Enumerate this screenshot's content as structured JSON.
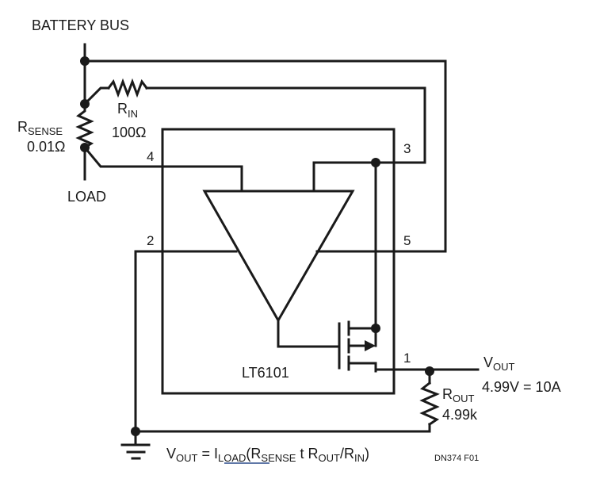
{
  "labels": {
    "battery_bus": "BATTERY BUS",
    "load": "LOAD",
    "rsense_name": "R",
    "rsense_sub": "SENSE",
    "rsense_value": "0.01Ω",
    "rin_name": "R",
    "rin_sub": "IN",
    "rin_value": "100Ω",
    "rout_name": "R",
    "rout_sub": "OUT",
    "rout_value": "4.99k",
    "vout_name": "V",
    "vout_sub": "OUT",
    "vout_value": "4.99V = 10A",
    "chip": "LT6101",
    "pin1": "1",
    "pin2": "2",
    "pin3": "3",
    "pin4": "4",
    "pin5": "5",
    "figure_id": "DN374 F01"
  },
  "formula": {
    "v": "V",
    "v_sub": "OUT",
    "eq": " = ",
    "i": "I",
    "i_sub": "LOAD",
    "open": "(R",
    "rs_sub": "SENSE",
    "t": " t R",
    "ro_sub": "OUT",
    "slash": "/R",
    "ri_sub": "IN",
    "close": ")"
  }
}
